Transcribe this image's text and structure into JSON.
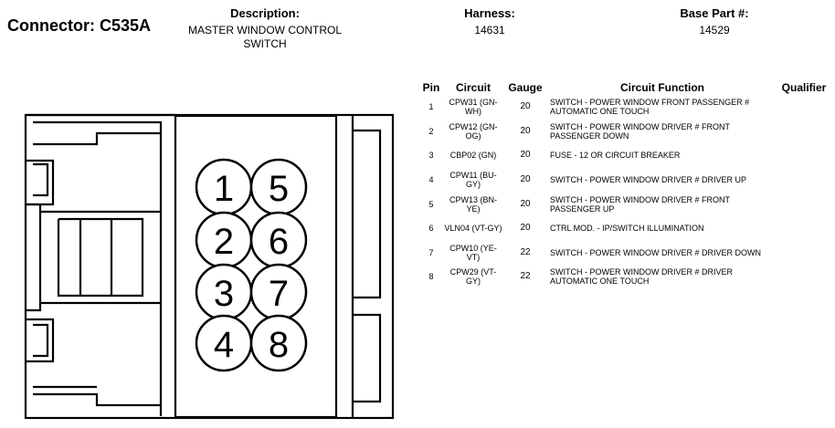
{
  "header": {
    "connector_title": "Connector: C535A",
    "description_label": "Description:",
    "description_value": "MASTER WINDOW CONTROL SWITCH",
    "harness_label": "Harness:",
    "harness_value": "14631",
    "base_part_label": "Base Part #:",
    "base_part_value": "14529"
  },
  "diagram": {
    "pin_numbers": [
      "1",
      "2",
      "3",
      "4",
      "5",
      "6",
      "7",
      "8"
    ]
  },
  "table": {
    "columns": [
      "Pin",
      "Circuit",
      "Gauge",
      "Circuit Function",
      "Qualifier"
    ],
    "rows": [
      {
        "pin": "1",
        "circuit": "CPW31 (GN-WH)",
        "gauge": "20",
        "function": "SWITCH - POWER WINDOW FRONT PASSENGER # AUTOMATIC ONE TOUCH",
        "qualifier": ""
      },
      {
        "pin": "2",
        "circuit": "CPW12 (GN-OG)",
        "gauge": "20",
        "function": "SWITCH - POWER WINDOW DRIVER # FRONT PASSENGER DOWN",
        "qualifier": ""
      },
      {
        "pin": "3",
        "circuit": "CBP02 (GN)",
        "gauge": "20",
        "function": "FUSE - 12 OR CIRCUIT BREAKER",
        "qualifier": ""
      },
      {
        "pin": "4",
        "circuit": "CPW11 (BU-GY)",
        "gauge": "20",
        "function": "SWITCH - POWER WINDOW DRIVER # DRIVER UP",
        "qualifier": ""
      },
      {
        "pin": "5",
        "circuit": "CPW13 (BN-YE)",
        "gauge": "20",
        "function": "SWITCH - POWER WINDOW DRIVER # FRONT PASSENGER UP",
        "qualifier": ""
      },
      {
        "pin": "6",
        "circuit": "VLN04 (VT-GY)",
        "gauge": "20",
        "function": "CTRL MOD. - IP/SWITCH ILLUMINATION",
        "qualifier": ""
      },
      {
        "pin": "7",
        "circuit": "CPW10 (YE-VT)",
        "gauge": "22",
        "function": "SWITCH - POWER WINDOW DRIVER # DRIVER DOWN",
        "qualifier": ""
      },
      {
        "pin": "8",
        "circuit": "CPW29 (VT-GY)",
        "gauge": "22",
        "function": "SWITCH - POWER WINDOW DRIVER # DRIVER AUTOMATIC ONE TOUCH",
        "qualifier": ""
      }
    ]
  }
}
